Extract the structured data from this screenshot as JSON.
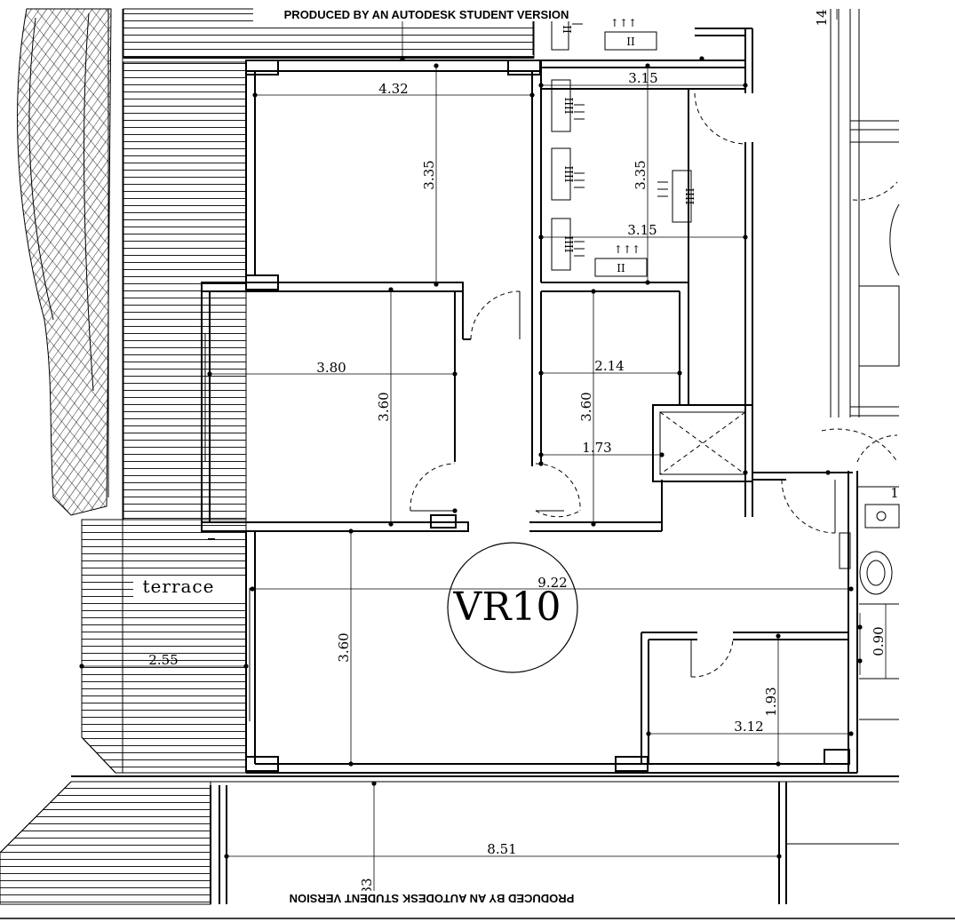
{
  "watermarks": {
    "top": "PRODUCED BY AN AUTODESK STUDENT VERSION",
    "bottom": "PRODUCED BY AN AUTODESK STUDENT VERSION"
  },
  "unit_label": "VR10",
  "room_label": "terrace",
  "dimensions": {
    "d_432": "4.32",
    "d_315_top": "3.15",
    "d_335_a": "3.35",
    "d_335_b": "3.35",
    "d_315_mid": "3.15",
    "d_380": "3.80",
    "d_360_a": "3.60",
    "d_214": "2.14",
    "d_360_b": "3.60",
    "d_173": "1.73",
    "d_922": "9.22",
    "d_255": "2.55",
    "d_360_c": "3.60",
    "d_193": "1.93",
    "d_312": "3.12",
    "d_090": "0.90",
    "d_851": "8.51",
    "d_14": "14",
    "d_33": "33",
    "d_1": "1"
  },
  "fixtures": {
    "cab_ii_top": "II",
    "cab_ii_bot": "II",
    "cab_iii_1": "IIII",
    "cab_iii_2": "IIII",
    "cab_iii_3": "IIII",
    "cab_iii_4": "IIII",
    "cab_ii_edge": "II",
    "arrows": "↑↑↑"
  }
}
